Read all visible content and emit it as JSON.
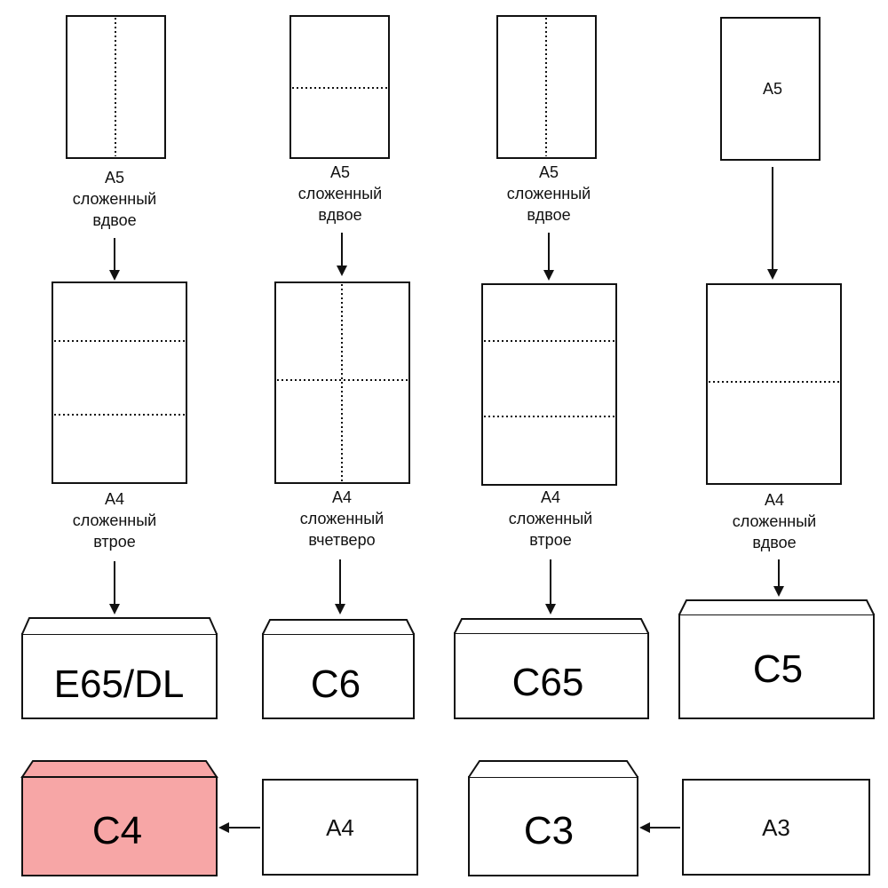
{
  "columns": [
    {
      "a5": {
        "label": "",
        "fold": "vertical"
      },
      "caption1": [
        "A5",
        "сложенный",
        "вдвое"
      ],
      "a4": {
        "fold": "thirds"
      },
      "caption2": [
        "A4",
        "сложенный",
        "втрое"
      ],
      "envelope": "E65/DL"
    },
    {
      "a5": {
        "label": "",
        "fold": "horizontal"
      },
      "caption1": [
        "A5",
        "сложенный",
        "вдвое"
      ],
      "a4": {
        "fold": "quarters"
      },
      "caption2": [
        "A4",
        "сложенный",
        "вчетверо"
      ],
      "envelope": "C6"
    },
    {
      "a5": {
        "label": "",
        "fold": "vertical"
      },
      "caption1": [
        "A5",
        "сложенный",
        "вдвое"
      ],
      "a4": {
        "fold": "thirds"
      },
      "caption2": [
        "A4",
        "сложенный",
        "втрое"
      ],
      "envelope": "C65"
    },
    {
      "a5": {
        "label": "A5",
        "fold": "none"
      },
      "caption1": [],
      "a4": {
        "fold": "half"
      },
      "caption2": [
        "A4",
        "сложенный",
        "вдвое"
      ],
      "envelope": "C5"
    }
  ],
  "bottom": [
    {
      "envelope": "C4",
      "paper": "A4",
      "highlight": true
    },
    {
      "envelope": "C3",
      "paper": "A3",
      "highlight": false
    }
  ],
  "colors": {
    "stroke": "#111111",
    "highlight_fill": "#f7a6a6"
  }
}
